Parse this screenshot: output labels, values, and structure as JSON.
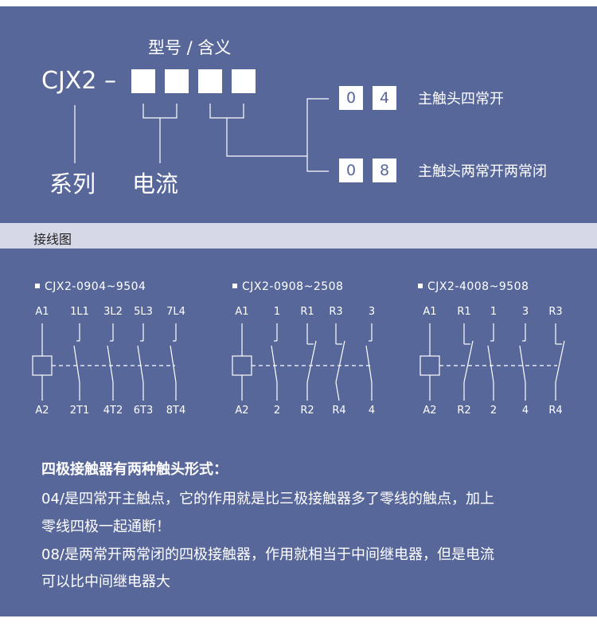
{
  "model_section": {
    "header": "型号 / 含义",
    "prefix": "CJX2 –",
    "series_label": "系列",
    "current_label": "电流",
    "options": [
      {
        "digits": [
          "0",
          "4"
        ],
        "meaning": "主触头四常开"
      },
      {
        "digits": [
          "0",
          "8"
        ],
        "meaning": "主触头两常开两常闭"
      }
    ]
  },
  "section_bar": {
    "title": "接线图"
  },
  "diagrams": [
    {
      "title": "CJX2-0904~9504",
      "top_terminals": [
        "A1",
        "1L1",
        "3L2",
        "5L3",
        "7L4"
      ],
      "bottom_terminals": [
        "A2",
        "2T1",
        "4T2",
        "6T3",
        "8T4"
      ]
    },
    {
      "title": "CJX2-0908~2508",
      "top_terminals": [
        "A1",
        "1",
        "R1",
        "R3",
        "3"
      ],
      "bottom_terminals": [
        "A2",
        "2",
        "R2",
        "R4",
        "4"
      ]
    },
    {
      "title": "CJX2-4008~9508",
      "top_terminals": [
        "A1",
        "R1",
        "1",
        "3",
        "R3"
      ],
      "bottom_terminals": [
        "A2",
        "R2",
        "2",
        "4",
        "R4"
      ]
    }
  ],
  "description": {
    "heading": "四极接触器有两种触头形式：",
    "lines": [
      "04/是四常开主触点，它的作用就是比三极接触器多了零线的触点，加上",
      "零线四极一起通断！",
      "08/是两常开两常闭的四极接触器，作用就相当于中间继电器，但是电流",
      "可以比中间继电器大"
    ]
  },
  "colors": {
    "panel": "#58679a",
    "section_bar": "#d6d8e8",
    "foreground": "#ffffff"
  }
}
